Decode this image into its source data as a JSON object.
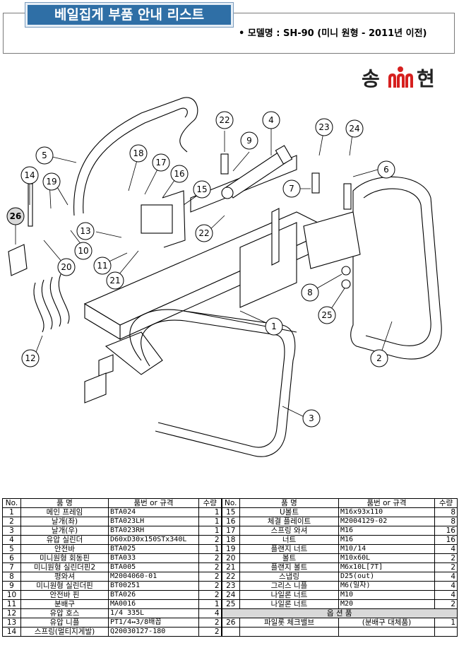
{
  "header": {
    "title": "베일집게 부품 안내 리스트",
    "model_line": "• 모델명 : SH-90 (미니 원형 -  2011년 이전)"
  },
  "logo": {
    "text_left": "송",
    "text_mid": "m",
    "text_right": "현",
    "colors": {
      "black": "#222222",
      "red": "#d6201f"
    }
  },
  "diagram": {
    "callouts": [
      "1",
      "2",
      "3",
      "4",
      "5",
      "6",
      "7",
      "8",
      "9",
      "10",
      "11",
      "12",
      "13",
      "14",
      "15",
      "16",
      "17",
      "18",
      "19",
      "20",
      "21",
      "22",
      "22",
      "23",
      "24",
      "25",
      "26"
    ]
  },
  "table": {
    "headers": {
      "no": "No.",
      "name": "품    명",
      "spec": "품번 or 규격",
      "qty": "수량"
    },
    "left_rows": [
      {
        "no": "1",
        "name": "메인 프레임",
        "spec": "BTA024",
        "qty": "1"
      },
      {
        "no": "2",
        "name": "날개(좌)",
        "spec": "BTA023LH",
        "qty": "1"
      },
      {
        "no": "3",
        "name": "날개(우)",
        "spec": "BTA023RH",
        "qty": "1"
      },
      {
        "no": "4",
        "name": "유압 실린더",
        "spec": "D60xD30x150STx340L",
        "qty": "2"
      },
      {
        "no": "5",
        "name": "안전바",
        "spec": "BTA025",
        "qty": "1"
      },
      {
        "no": "6",
        "name": "미니원형 회동핀",
        "spec": "BTA033",
        "qty": "2"
      },
      {
        "no": "7",
        "name": "미니원형 실린더핀2",
        "spec": "BTA005",
        "qty": "2"
      },
      {
        "no": "8",
        "name": "평와셔",
        "spec": "M2004060-01",
        "qty": "2"
      },
      {
        "no": "9",
        "name": "미니원형 실린더핀",
        "spec": "BT00251",
        "qty": "2"
      },
      {
        "no": "10",
        "name": "안전바 핀",
        "spec": "BTA026",
        "qty": "2"
      },
      {
        "no": "11",
        "name": "분배구",
        "spec": "MA0016",
        "qty": "1"
      },
      {
        "no": "12",
        "name": "유압 호스",
        "spec": "1/4 335L",
        "qty": "4"
      },
      {
        "no": "13",
        "name": "유압 니플",
        "spec": "PT1/4↔3/8배꼽",
        "qty": "2"
      },
      {
        "no": "14",
        "name": "스프링(멀티지게발)",
        "spec": "Q20030127-180",
        "qty": "2"
      }
    ],
    "right_rows": [
      {
        "no": "15",
        "name": "U볼트",
        "spec": "M16x93x110",
        "qty": "8"
      },
      {
        "no": "16",
        "name": "체결 플레이트",
        "spec": "M2004129-02",
        "qty": "8"
      },
      {
        "no": "17",
        "name": "스프링 와셔",
        "spec": "M16",
        "qty": "16"
      },
      {
        "no": "18",
        "name": "너트",
        "spec": "M16",
        "qty": "16"
      },
      {
        "no": "19",
        "name": "플랜지 너트",
        "spec": "M10/14",
        "qty": "4"
      },
      {
        "no": "20",
        "name": "볼트",
        "spec": "M10x60L",
        "qty": "2"
      },
      {
        "no": "21",
        "name": "플랜지 볼트",
        "spec": "M6x10L[7T]",
        "qty": "2"
      },
      {
        "no": "22",
        "name": "스냅링",
        "spec": "D25(out)",
        "qty": "4"
      },
      {
        "no": "23",
        "name": "그리스 니플",
        "spec": "M6(일자)",
        "qty": "4"
      },
      {
        "no": "24",
        "name": "나일론 너트",
        "spec": "M10",
        "qty": "4"
      },
      {
        "no": "25",
        "name": "나일론 너트",
        "spec": "M20",
        "qty": "2"
      }
    ],
    "option_header": "옵    션    품",
    "option_rows": [
      {
        "no": "26",
        "name": "파일롯 체크밸브",
        "spec": "(분배구 대체품)",
        "qty": "1"
      }
    ]
  }
}
